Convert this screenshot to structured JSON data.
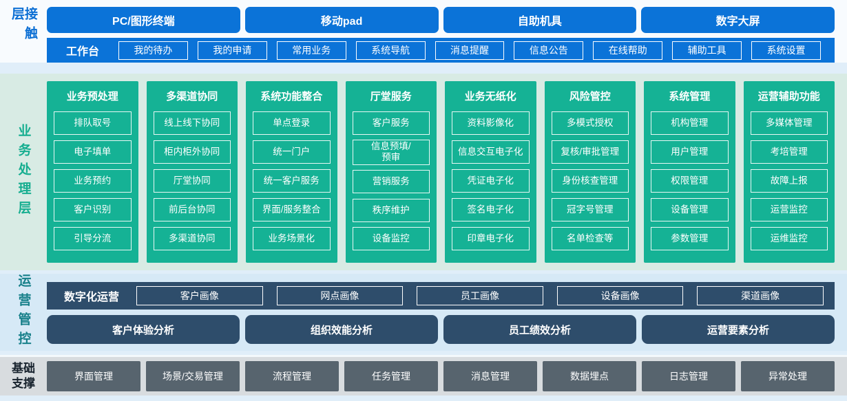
{
  "colors": {
    "primary_blue": "#0B73D8",
    "green": "#15B295",
    "navy": "#2E4D6B",
    "slate_gray": "#57646E",
    "teal_label": "#17808A",
    "business_bg": "#D8EBE4",
    "operations_bg": "#D6E9F6",
    "foundation_bg": "#D8DCDF"
  },
  "contact": {
    "label": "接触层",
    "terminals": [
      "PC/图形终端",
      "移动pad",
      "自助机具",
      "数字大屏"
    ],
    "workbench": {
      "label": "工作台",
      "items": [
        "我的待办",
        "我的申请",
        "常用业务",
        "系统导航",
        "消息提醒",
        "信息公告",
        "在线帮助",
        "辅助工具",
        "系统设置"
      ]
    }
  },
  "business": {
    "label": "业务处理层",
    "columns": [
      {
        "title": "业务预处理",
        "items": [
          "排队取号",
          "电子填单",
          "业务预约",
          "客户识别",
          "引导分流"
        ]
      },
      {
        "title": "多渠道协同",
        "items": [
          "线上线下协同",
          "柜内柜外协同",
          "厅堂协同",
          "前后台协同",
          "多渠道协同"
        ]
      },
      {
        "title": "系统功能整合",
        "items": [
          "单点登录",
          "统一门户",
          "统一客户服务",
          "界面/服务整合",
          "业务场景化"
        ]
      },
      {
        "title": "厅堂服务",
        "items": [
          "客户服务",
          "信息预填/\n预审",
          "营销服务",
          "秩序维护",
          "设备监控"
        ]
      },
      {
        "title": "业务无纸化",
        "items": [
          "资料影像化",
          "信息交互电子化",
          "凭证电子化",
          "签名电子化",
          "印章电子化"
        ]
      },
      {
        "title": "风险管控",
        "items": [
          "多模式授权",
          "复核/审批管理",
          "身份核查管理",
          "冠字号管理",
          "名单检查等"
        ]
      },
      {
        "title": "系统管理",
        "items": [
          "机构管理",
          "用户管理",
          "权限管理",
          "设备管理",
          "参数管理"
        ]
      },
      {
        "title": "运营辅助功能",
        "items": [
          "多媒体管理",
          "考培管理",
          "故障上报",
          "运营监控",
          "运维监控"
        ]
      }
    ]
  },
  "operations": {
    "label": "运营管控",
    "digital": {
      "label": "数字化运营",
      "items": [
        "客户画像",
        "网点画像",
        "员工画像",
        "设备画像",
        "渠道画像"
      ]
    },
    "analysis": [
      "客户体验分析",
      "组织效能分析",
      "员工绩效分析",
      "运营要素分析"
    ]
  },
  "foundation": {
    "label": "基础支撑",
    "items": [
      "界面管理",
      "场景/交易管理",
      "流程管理",
      "任务管理",
      "消息管理",
      "数据埋点",
      "日志管理",
      "异常处理"
    ]
  }
}
